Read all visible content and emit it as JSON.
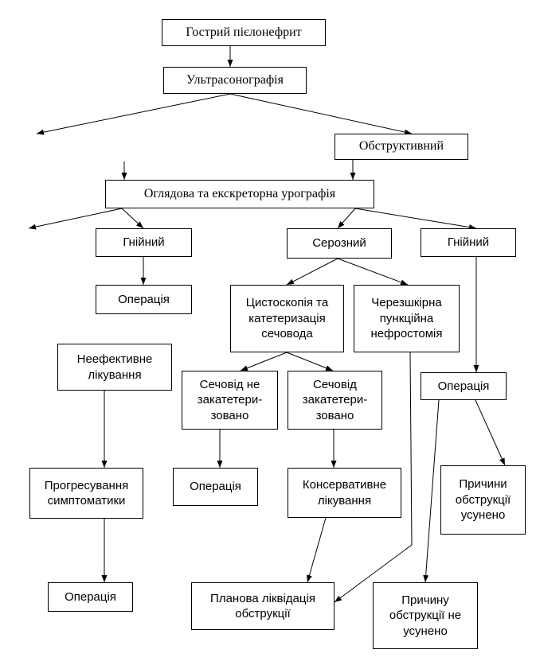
{
  "diagram": {
    "nodes": {
      "acute_pyelonephritis": "Гострий пієлонефрит",
      "ultrasonography": "Ультрасонографія",
      "obstructive": "Обструктивний",
      "urography": "Оглядова та екскреторна урографія",
      "purulent_left": "Гнійний",
      "serous": "Серозний",
      "purulent_right": "Гнійний",
      "operation_left": "Операція",
      "cystoscopy": "Цистоскопія та катетеризація сечовода",
      "nephrostomy": "Черезшкірна пункційна нефростомія",
      "ineffective_treatment": "Неефективне лікування",
      "ureter_not_catheterized": "Сечовід не закатетери-зовано",
      "ureter_catheterized": "Сечовід закатетери-зовано",
      "operation_right": "Операція",
      "symptom_progression": "Прогресування симптоматики",
      "operation_mid": "Операція",
      "conservative_treatment": "Консервативне лікування",
      "obstruction_removed": "Причини обструкції усунено",
      "operation_bottom": "Операція",
      "planned_elimination": "Планова ліквідація обструкції",
      "obstruction_not_removed": "Причину обструкції не усунено"
    }
  }
}
